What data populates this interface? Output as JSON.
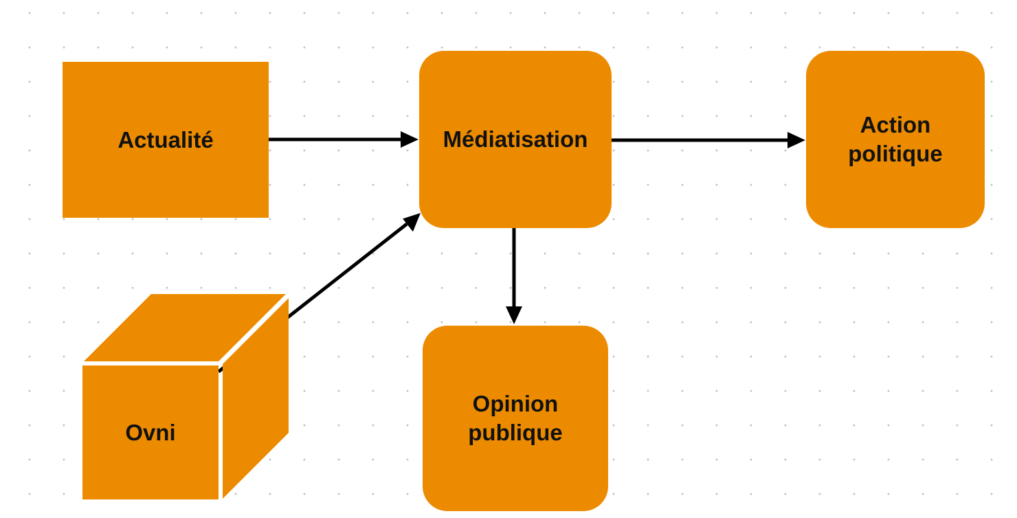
{
  "theme": {
    "node_fill": "#ED8B00",
    "edge_color": "#000000",
    "dot_color": "#c4c4c4"
  },
  "nodes": {
    "actualite": "Actualité",
    "mediatisation": "Médiatisation",
    "action_politique": "Action\npolitique",
    "opinion_publique": "Opinion\npublique",
    "ovni": "Ovni"
  },
  "edges": [
    {
      "from": "actualite",
      "to": "mediatisation"
    },
    {
      "from": "ovni",
      "to": "mediatisation"
    },
    {
      "from": "mediatisation",
      "to": "action_politique"
    },
    {
      "from": "mediatisation",
      "to": "opinion_publique"
    }
  ]
}
